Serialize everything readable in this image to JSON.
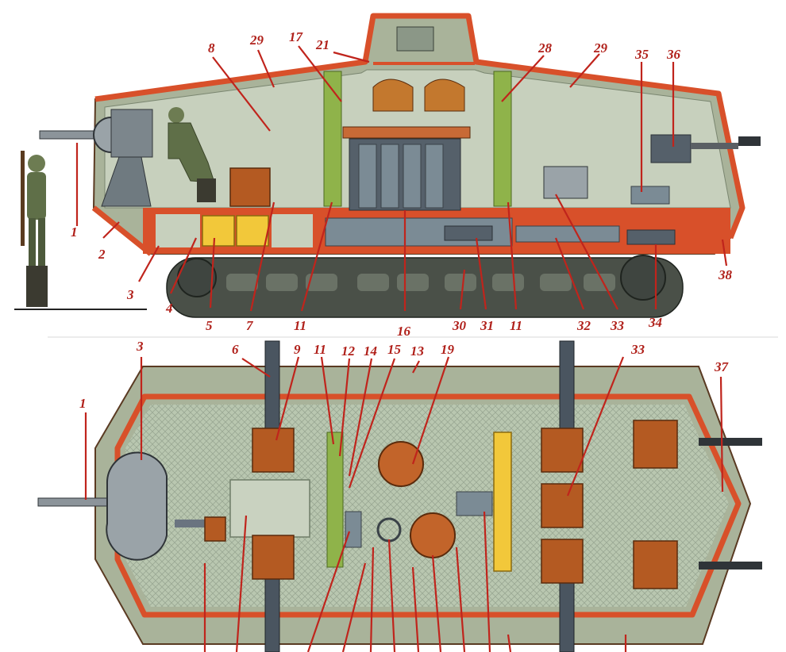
{
  "colors": {
    "hull": "#a9b39a",
    "hull_cut_edge": "#d8502a",
    "label": "#b0201a",
    "ammo_box": "#b45a22",
    "fuel_tank": "#f2c83a"
  },
  "side_view": {
    "labels": [
      "1",
      "2",
      "3",
      "4",
      "5",
      "7",
      "8",
      "11",
      "16",
      "17",
      "21",
      "28",
      "29",
      "29",
      "30",
      "31",
      "11",
      "32",
      "33",
      "34",
      "35",
      "36",
      "38"
    ]
  },
  "top_view": {
    "labels": [
      "1",
      "3",
      "6",
      "9",
      "11",
      "12",
      "14",
      "15",
      "13",
      "19",
      "33",
      "37"
    ]
  }
}
